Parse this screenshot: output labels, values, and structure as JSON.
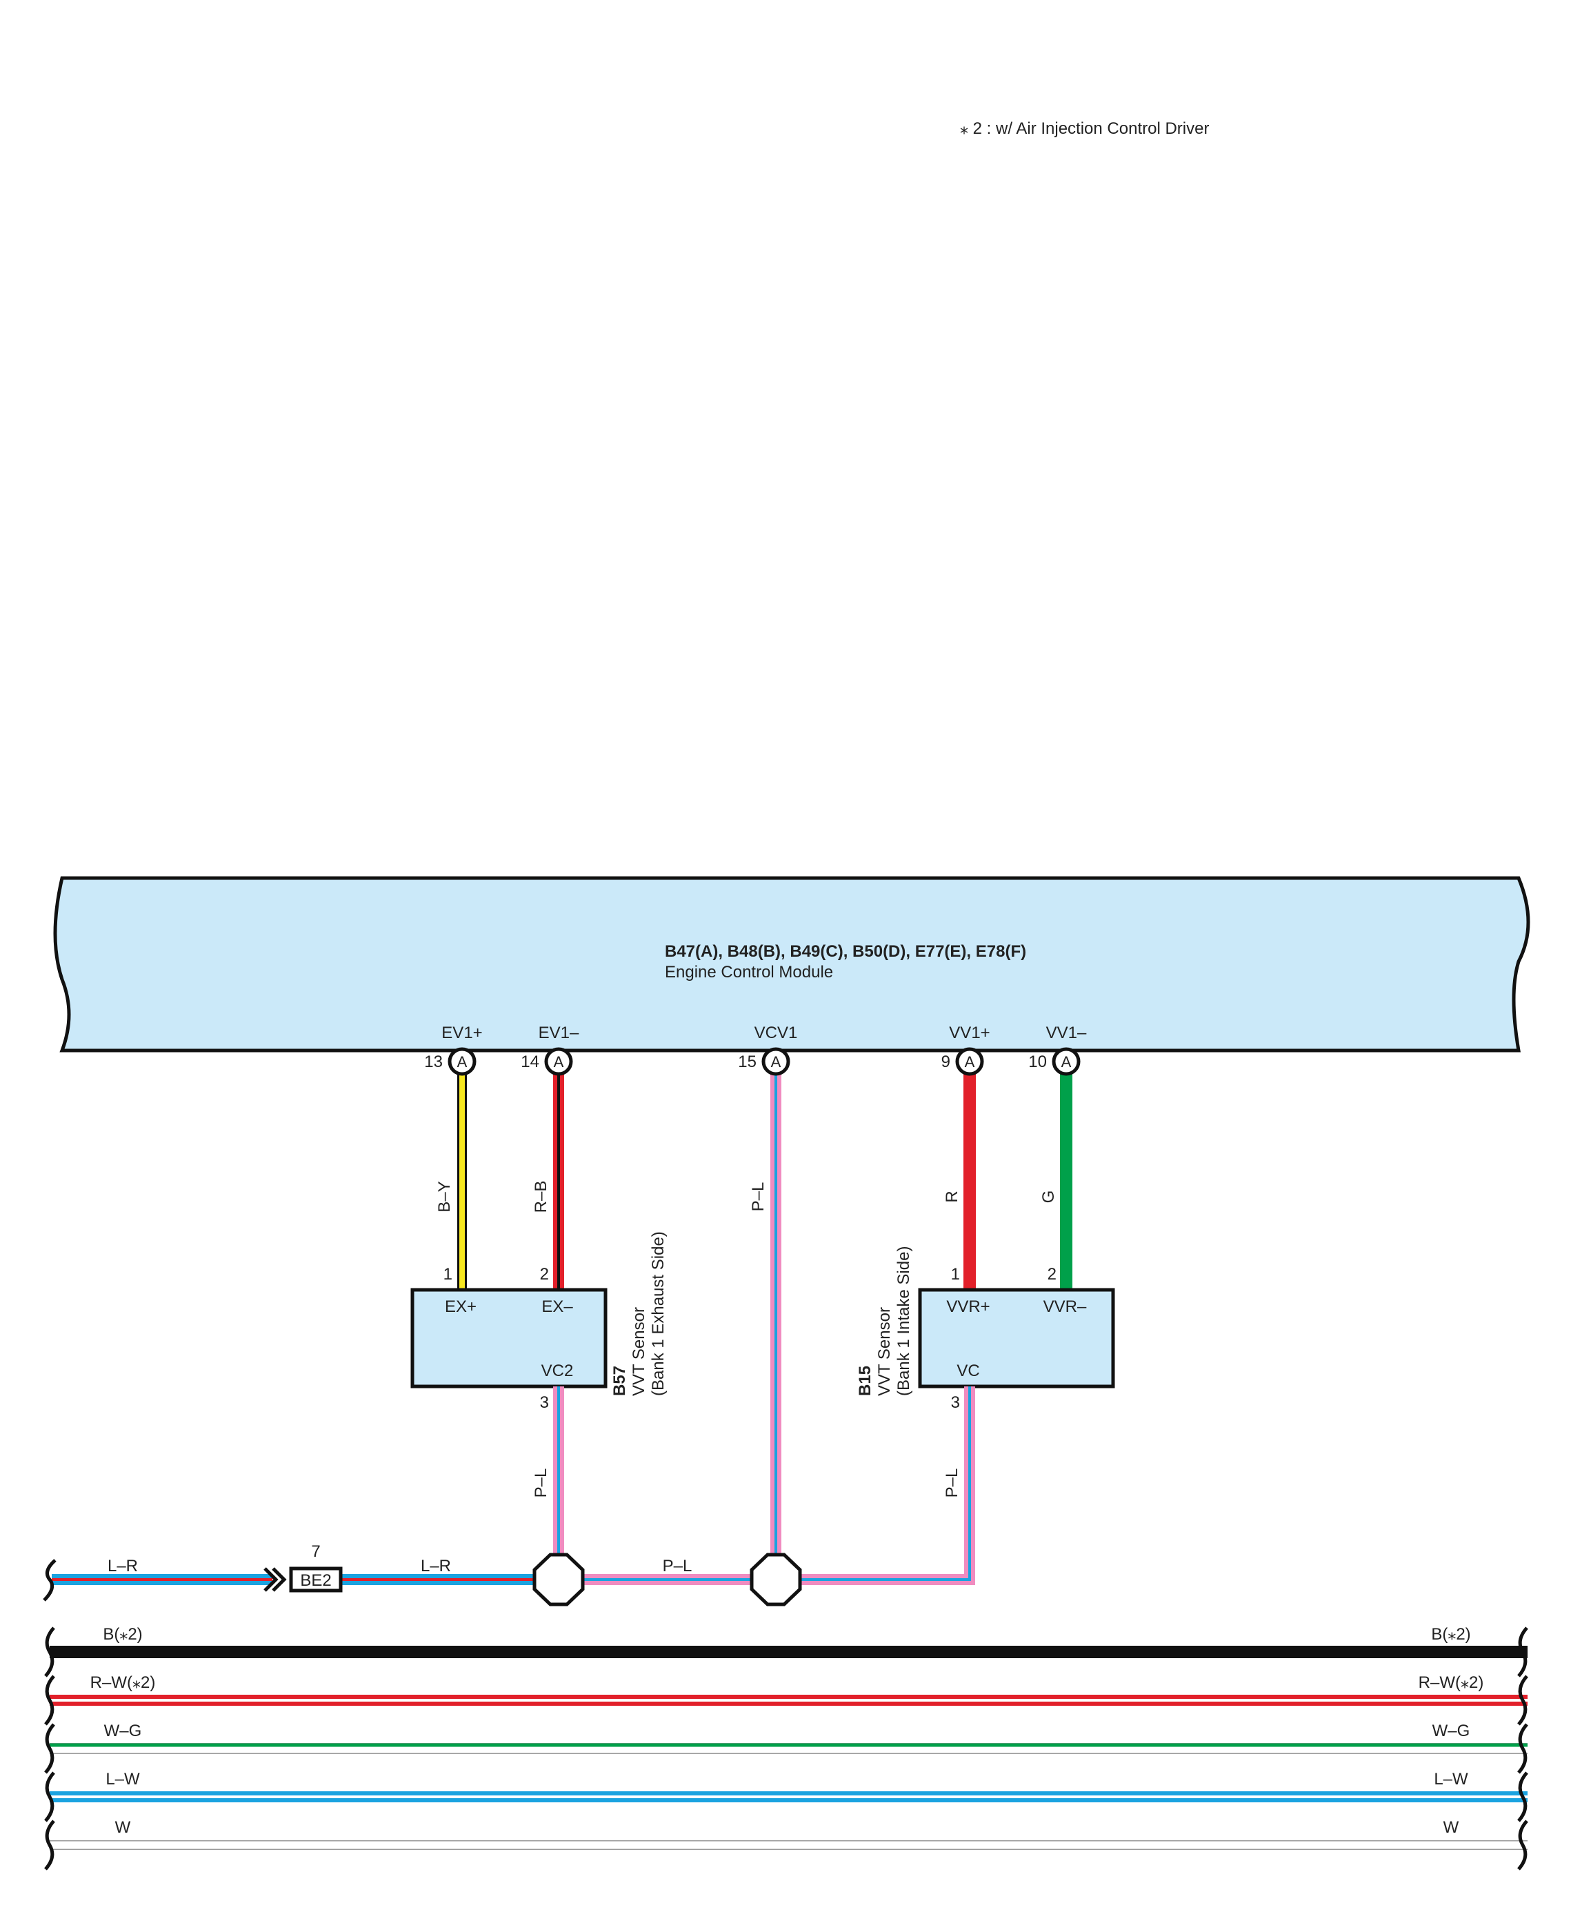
{
  "note": "⁎ 2 : w/ Air Injection Control Driver",
  "ecm": {
    "codes": "B47(A), B48(B), B49(C), B50(D), E77(E), E78(F)",
    "name": "Engine Control Module",
    "pins": [
      {
        "label": "EV1+",
        "number": "13",
        "connector": "A",
        "wire": "B–Y"
      },
      {
        "label": "EV1–",
        "number": "14",
        "connector": "A",
        "wire": "R–B"
      },
      {
        "label": "VCV1",
        "number": "15",
        "connector": "A",
        "wire": "P–L"
      },
      {
        "label": "VV1+",
        "number": "9",
        "connector": "A",
        "wire": "R"
      },
      {
        "label": "VV1–",
        "number": "10",
        "connector": "A",
        "wire": "G"
      }
    ]
  },
  "sensor_b57": {
    "code": "B57",
    "name": "VVT Sensor",
    "side": "(Bank 1 Exhaust Side)",
    "pin1": "1",
    "pin1_label": "EX+",
    "pin2": "2",
    "pin2_label": "EX–",
    "pin3": "3",
    "pin3_label": "VC2",
    "out_wire": "P–L"
  },
  "sensor_b15": {
    "code": "B15",
    "name": "VVT Sensor",
    "side": "(Bank 1 Intake Side)",
    "pin1": "1",
    "pin1_label": "VVR+",
    "pin2": "2",
    "pin2_label": "VVR–",
    "pin3": "3",
    "pin3_label": "VC",
    "out_wire": "P–L"
  },
  "bottom_wiring": {
    "left_wire": "L–R",
    "connector_number": "7",
    "connector_code": "BE2",
    "mid_wire": "L–R",
    "junction_wire": "P–L"
  },
  "buses": [
    {
      "left": "B(⁎2)",
      "right": "B(⁎2)",
      "color": "#111111"
    },
    {
      "left": "R–W(⁎2)",
      "right": "R–W(⁎2)",
      "color": "#e2202a"
    },
    {
      "left": "W–G",
      "right": "W–G",
      "color": "#00a04a"
    },
    {
      "left": "L–W",
      "right": "L–W",
      "color": "#1aa3e0"
    },
    {
      "left": "W",
      "right": "W",
      "color": "#9a9a9a"
    }
  ],
  "colors": {
    "ecm_fill": "#cbe9f9",
    "yellow": "#f5e61f",
    "red": "#e2202a",
    "green": "#00a04a",
    "blue": "#1aa3e0",
    "pink": "#f08cc0",
    "black": "#111111"
  }
}
